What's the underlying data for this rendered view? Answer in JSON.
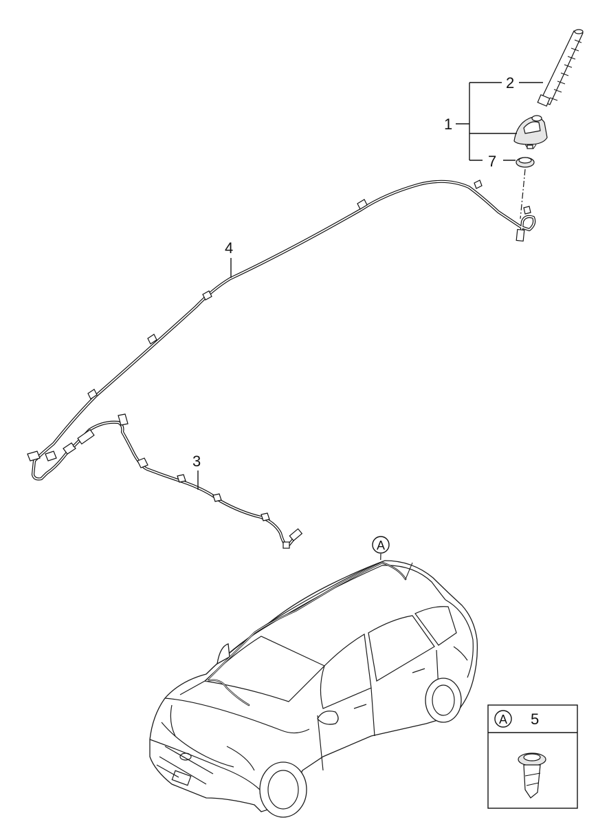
{
  "callouts": {
    "antenna_assembly": "1",
    "antenna_pole": "2",
    "feeder_cable_front": "3",
    "feeder_cable_main": "4",
    "clip": "5",
    "gasket": "7"
  },
  "detail_ref": {
    "marker": "A",
    "box_marker": "A",
    "box_number": "5"
  }
}
